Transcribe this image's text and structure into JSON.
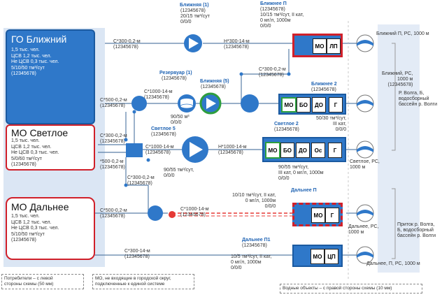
{
  "consumers": [
    {
      "title": "ГО Ближний",
      "lines": [
        "1,5 тыс. чел.",
        "ЦСВ 1,2 тыс. чел.",
        "Не ЦСВ 0,3 тыс. чел.",
        "5/10/50 тм³/сут",
        "(12345678)"
      ]
    },
    {
      "title": "МО Светлое",
      "lines": [
        "1,5 тыс. чел.",
        "ЦСВ 1,2 тыс. чел.",
        "Не ЦСВ 0,3 тыс. чел.",
        "5/0/60 тм³/сут",
        "(12345678)"
      ]
    },
    {
      "title": "МО Дальнее",
      "lines": [
        "1,5 тыс. чел.",
        "ЦСВ 1,2 тыс. чел.",
        "Не ЦСВ 0,3 тыс. чел.",
        "5/10/50 тм³/сут",
        "(12345678)"
      ]
    }
  ],
  "pipes": {
    "p1": [
      "С*300-0,2-м",
      "(12345678)"
    ],
    "p2": [
      "Н*300-14-м",
      "(12345678)"
    ],
    "p3": [
      "С*300-0,2-м",
      "(12345678)"
    ],
    "p4": [
      "С*500-0,2-м",
      "(12345678)"
    ],
    "p5": [
      "С*1000-14-м",
      "(12345678)"
    ],
    "p6": [
      "С*300-0,2-м",
      "(12345678)"
    ],
    "p7": [
      "С*1000-14-м",
      "(12345678)"
    ],
    "p8": [
      "Н*1000-14-м",
      "(12345678)"
    ],
    "p9": [
      "*500-0,2-м",
      "(12345678)"
    ],
    "p10": [
      "С*300-0,2-м",
      "(12345678)"
    ],
    "p11": [
      "С*500-0,2-м",
      "(12345678)"
    ],
    "p12": [
      "С*1000-14-м",
      "(12345678)"
    ],
    "p13": [
      "С*300-14-м",
      "(12345678)"
    ]
  },
  "nodes": {
    "bl1": {
      "title": "Ближняя (1)",
      "lines": [
        "(12345678)",
        "20/15 тм³/сут",
        "0/0/0"
      ]
    },
    "blP": {
      "title": "Ближнее П",
      "lines": [
        "(12345678)",
        "10/15 тм³/сут, II кат,",
        "0 мг/л, 1000м",
        "0/0/0"
      ]
    },
    "rez": {
      "title": "Резервуар (1)",
      "lines": [
        "(12345678)",
        "90/50 м³",
        "0/0/0"
      ]
    },
    "bl5": {
      "title": "Ближняя (5)",
      "lines": [
        "(12345678)"
      ]
    },
    "bl2": {
      "title": "Ближнее 2",
      "lines": [
        "(12345678)",
        "50/30 тм³/сут,",
        "III кат,",
        "0/0/0"
      ]
    },
    "sv5": {
      "title": "Светлое 5",
      "lines": [
        "(12345678)",
        "90/55 тм³/сут,",
        "0/0/0"
      ]
    },
    "sv2": {
      "title": "Светлое 2",
      "lines": [
        "(12345678)",
        "90/55 тм³/сут,",
        "III кат, 0 мг/л, 1000м",
        "0/0/0"
      ]
    },
    "dalP": {
      "title": "Дальнее П",
      "lines": [
        "10/10 тм³/сут, II кат,",
        "0 мг/л, 1000м",
        "0/0/0"
      ]
    },
    "dalP1": {
      "title": "Дальнее П1",
      "lines": [
        "(12345678)",
        "10/5 тм³/сут, II кат,",
        "0 мг/л, 1000м",
        "0/0/0"
      ]
    }
  },
  "plants": {
    "blP": [
      "МО",
      "ЛП"
    ],
    "bl2": [
      "МО",
      "БО",
      "ДО",
      "Г"
    ],
    "sv2": [
      "МО",
      "БО",
      "ДО",
      "Ос",
      "Г"
    ],
    "dalP": [
      "МО",
      "Г"
    ],
    "dalP1": [
      "МО",
      "ЦП"
    ]
  },
  "waters": {
    "w1": [
      "Ближний П, РС, 1000 м"
    ],
    "w2": [
      "Ближний, РС,",
      "1000 м",
      "(12345678)"
    ],
    "w3": [
      "Светлое, РС,",
      "1000 м"
    ],
    "w4": [
      "Дальнее, РС,",
      "1000 м"
    ],
    "w5": [
      "Дальнее, П, РС, 1000 м"
    ],
    "basin1": [
      "Р. Волга, Б,",
      "водосборный",
      "бассейн р. Волги"
    ],
    "basin2": [
      "Приток р. Волга,",
      "Б, водосборный",
      "бассейн р. Волги"
    ]
  },
  "notes": {
    "left": [
      "Потребители – с левой",
      "стороны схемы (50 мм)"
    ],
    "mid": [
      "МО, не входящие в городской округ,",
      "подключенные к единой системе"
    ],
    "right": [
      "Водные объекты – с правой стороны схемы (10 мм)"
    ]
  }
}
